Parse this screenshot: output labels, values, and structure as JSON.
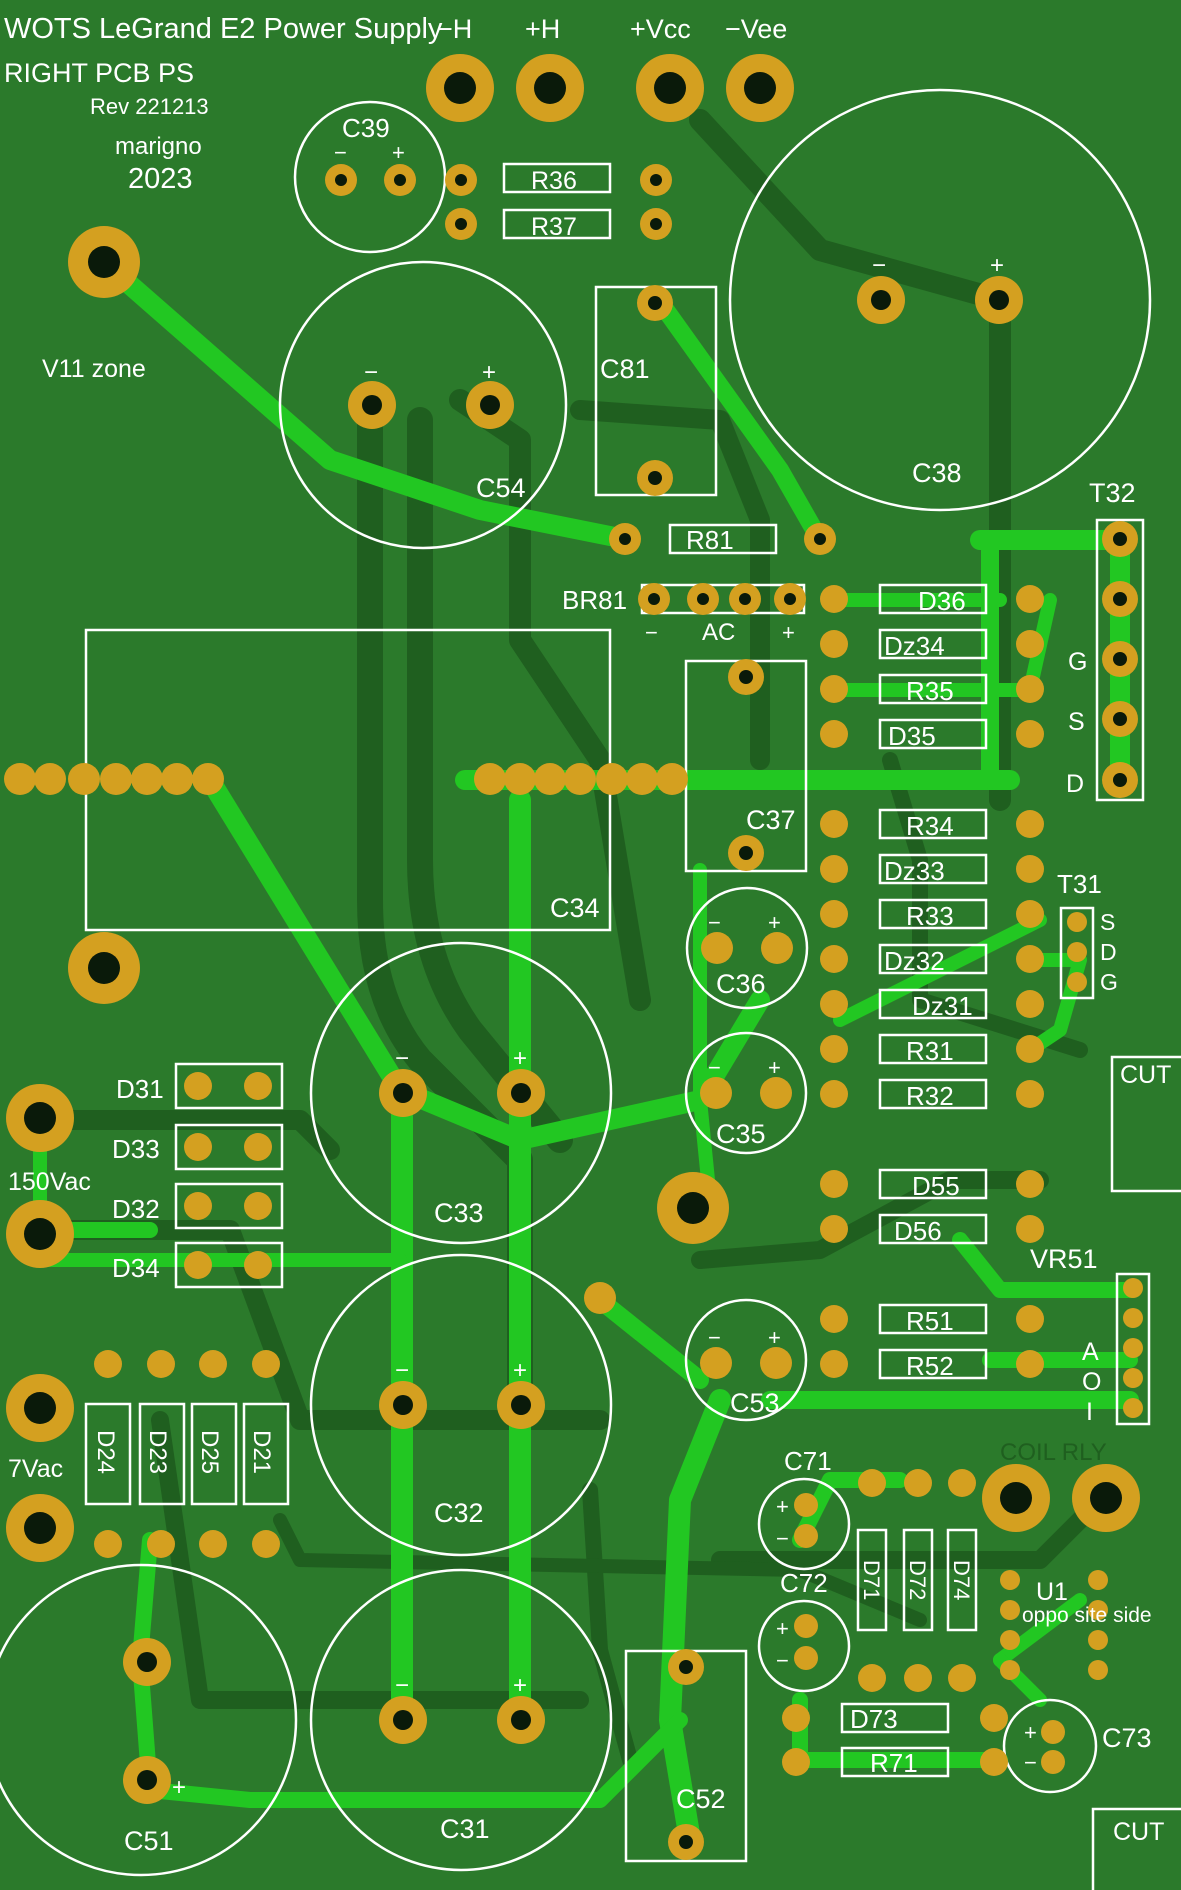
{
  "header": {
    "title": "WOTS LeGrand E2 Power Supply",
    "subtitle": "RIGHT  PCB PS",
    "revision": "Rev 221213",
    "author": "marigno",
    "year": "2023"
  },
  "terminals": {
    "minus_h": "−H",
    "plus_h": "+H",
    "plus_vcc": "+Vcc",
    "minus_vee": "−Vee",
    "v11_zone": "V11 zone",
    "vac150": "150Vac",
    "vac7": "7Vac",
    "coil_rly": "COIL RLY",
    "cut1": "CUT",
    "cut2": "CUT"
  },
  "components": {
    "C39": "C39",
    "R36": "R36",
    "R37": "R37",
    "C38": "C38",
    "C54": "C54",
    "C81": "C81",
    "R81": "R81",
    "BR81": "BR81",
    "AC": "AC",
    "T32": "T32",
    "D36": "D36",
    "Dz34": "Dz34",
    "R35": "R35",
    "D35": "D35",
    "G": "G",
    "S": "S",
    "D": "D",
    "C37": "C37",
    "C34": "C34",
    "R34": "R34",
    "Dz33": "Dz33",
    "T31": "T31",
    "R33": "R33",
    "Dz32": "Dz32",
    "Dz31": "Dz31",
    "R31": "R31",
    "R32": "R32",
    "C36": "C36",
    "C35": "C35",
    "C33": "C33",
    "D31": "D31",
    "D33": "D33",
    "D32": "D32",
    "D34": "D34",
    "D55": "D55",
    "D56": "D56",
    "VR51": "VR51",
    "R51": "R51",
    "R52": "R52",
    "C53": "C53",
    "C32": "C32",
    "D24": "D24",
    "D23": "D23",
    "D25": "D25",
    "D21": "D21",
    "C71": "C71",
    "C72": "C72",
    "D71": "D71",
    "D72": "D72",
    "D74": "D74",
    "U1": "U1",
    "U1_note": "oppo site side",
    "D73": "D73",
    "R71": "R71",
    "C73": "C73",
    "C51": "C51",
    "C31": "C31",
    "C52": "C52",
    "T31_S": "S",
    "T31_D": "D",
    "T31_G": "G",
    "VR51_A": "A",
    "VR51_O": "O",
    "VR51_I": "I"
  },
  "colors": {
    "board": "#2b7a2b",
    "track_top": "#22c722",
    "track_bottom": "#1f5f1f",
    "pad": "#d4a020",
    "silkscreen": "#ffffff"
  }
}
